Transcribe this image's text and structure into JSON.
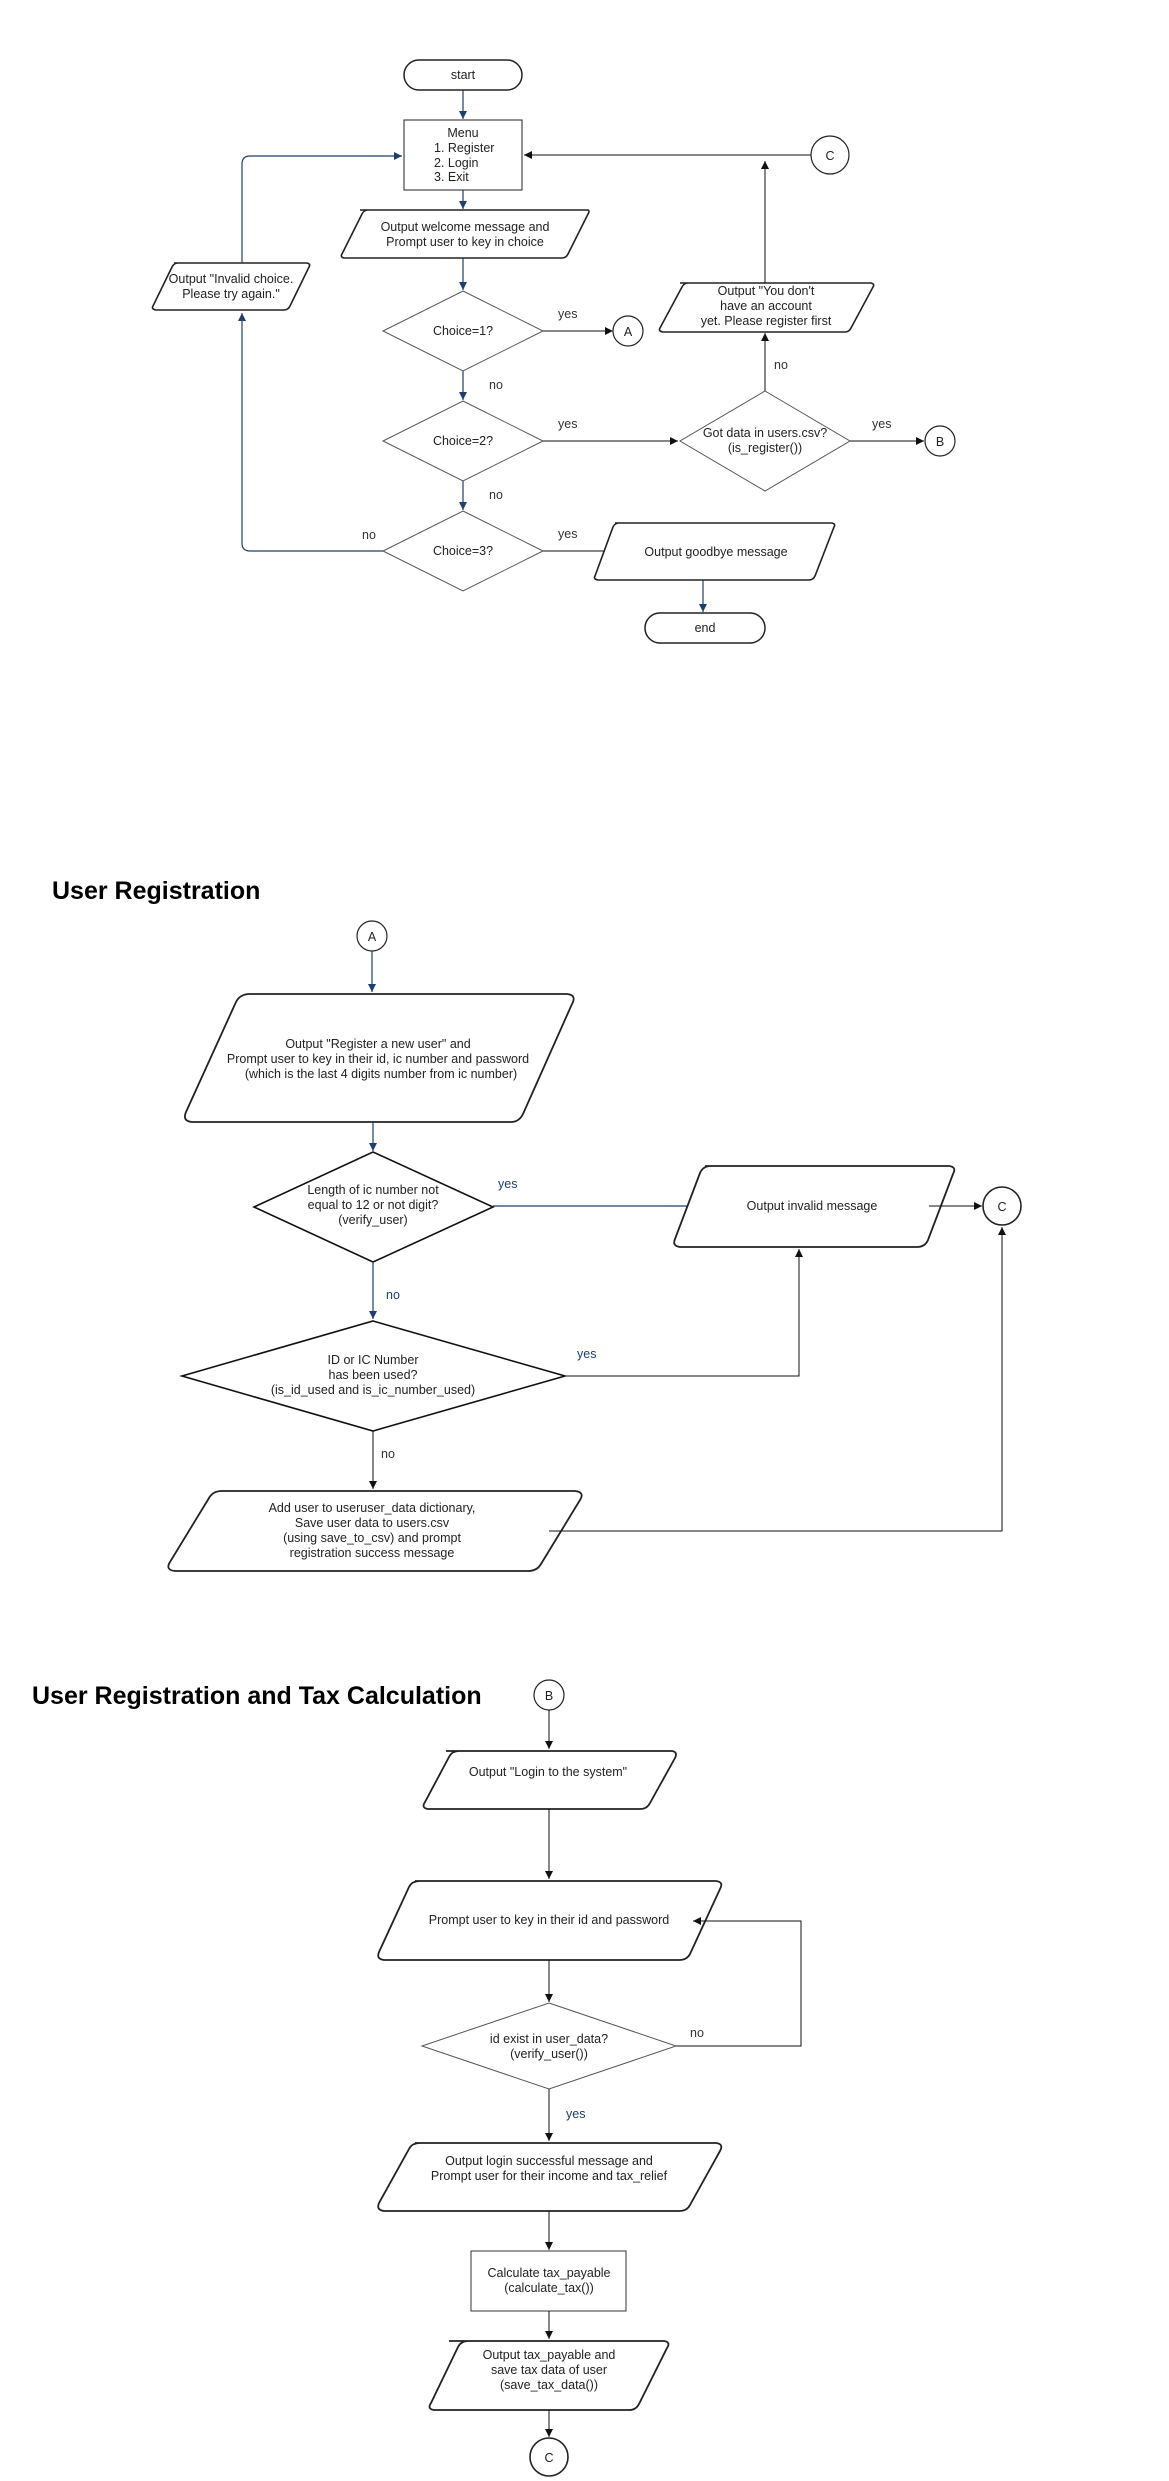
{
  "sections": {
    "registration_title": "User Registration",
    "tax_title": "User Registration and Tax Calculation"
  },
  "menu": {
    "start": "start",
    "menu_lines": [
      "Menu",
      "1. Register",
      "2. Login",
      "3. Exit"
    ],
    "welcome_lines": [
      "Output welcome message and",
      "Prompt user to key in choice"
    ],
    "invalid_choice_lines": [
      "Output \"Invalid choice.",
      "Please try again.\""
    ],
    "choice1": "Choice=1?",
    "choice2": "Choice=2?",
    "choice3": "Choice=3?",
    "got_data_lines": [
      "Got data in users.csv?",
      "(is_register())"
    ],
    "no_account_lines": [
      "Output \"You don't",
      "have an account",
      "yet. Please register first"
    ],
    "goodbye": "Output goodbye message",
    "end": "end",
    "connector_a": "A",
    "connector_b": "B",
    "connector_c": "C",
    "label_yes": "yes",
    "label_no": "no"
  },
  "registration": {
    "connector_a": "A",
    "register_lines": [
      "Output \"Register a new user\" and",
      "Prompt user to key in their id, ic number and password",
      "(which is the last 4 digits number from ic number)"
    ],
    "length_check_lines": [
      "Length of ic number not",
      "equal to 12 or not digit?",
      "(verify_user)"
    ],
    "invalid_message": "Output invalid message",
    "connector_c": "C",
    "used_check_lines": [
      "ID or IC Number",
      "has been used?",
      "(is_id_used and is_ic_number_used)"
    ],
    "add_user_lines": [
      "Add user to useruser_data dictionary,",
      "Save user data to users.csv",
      "(using save_to_csv) and prompt",
      "registration success message"
    ],
    "label_yes": "yes",
    "label_no": "no"
  },
  "tax": {
    "connector_b": "B",
    "login_output": "Output \"Login to the system\"",
    "prompt_id_password": "Prompt user to key in their id and password",
    "id_exist_lines": [
      "id exist in user_data?",
      "(verify_user())"
    ],
    "login_success_lines": [
      "Output login successful message and",
      "Prompt user for their income and tax_relief"
    ],
    "calculate_lines": [
      "Calculate tax_payable",
      "(calculate_tax())"
    ],
    "output_tax_lines": [
      "Output tax_payable and",
      "save tax data of user",
      "(save_tax_data())"
    ],
    "connector_c": "C",
    "label_yes": "yes",
    "label_no": "no"
  }
}
